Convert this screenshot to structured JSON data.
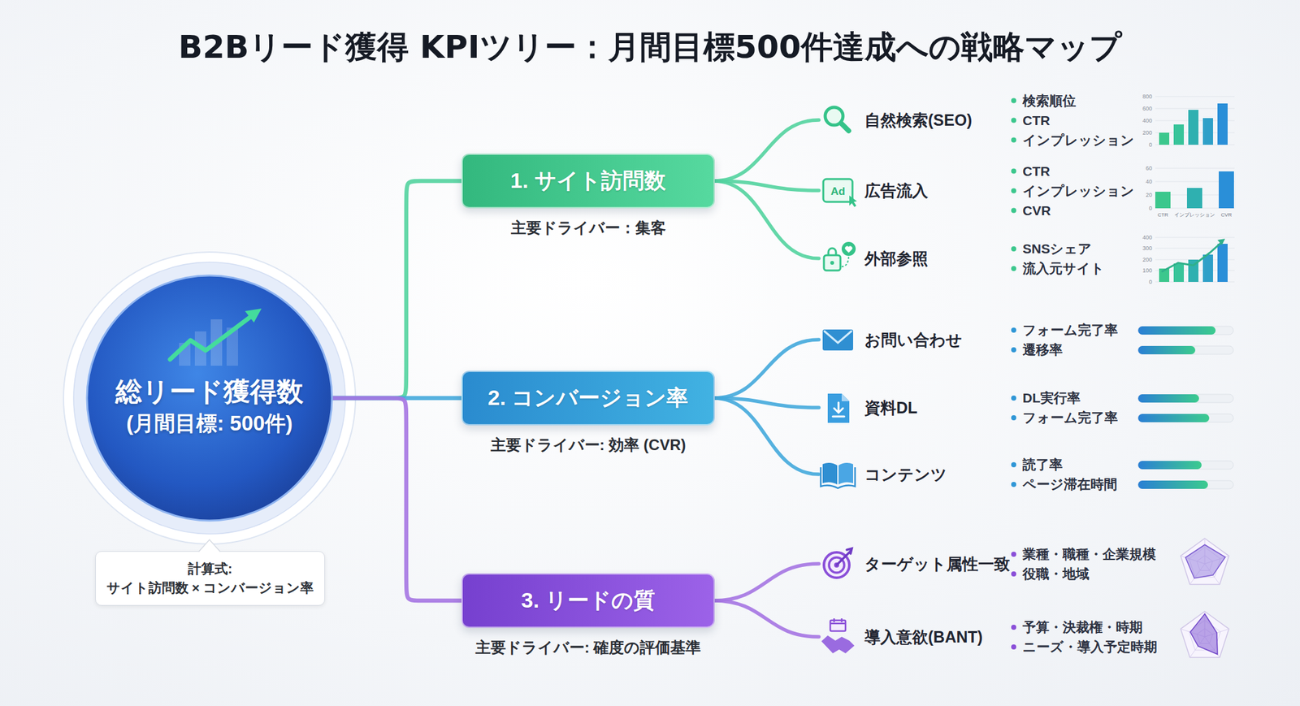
{
  "diagram": {
    "title": "B2Bリード獲得 KPIツリー：月間目標500件達成への戦略マップ",
    "nodes": [
      {
        "text": [
          "総リード獲得数",
          "(月間目標: 500件)"
        ]
      },
      {
        "text": [
          "計算式:",
          "サイト訪問数 × コンバージョン率"
        ]
      },
      {
        "text": [
          "1. サイト訪問数",
          "主要ドライバー：集客"
        ]
      },
      {
        "text": [
          "2. コンバージョン率",
          "主要ドライバー: 効率 (CVR)"
        ]
      },
      {
        "text": [
          "3. リードの質",
          "主要ドライバー: 確度の評価基準"
        ]
      },
      {
        "text": [
          "自然検索(SEO)",
          "検索順位",
          "CTR",
          "インプレッション"
        ]
      },
      {
        "text": [
          "広告流入",
          "CTR",
          "インプレッション",
          "CVR"
        ]
      },
      {
        "text": [
          "外部参照",
          "SNSシェア",
          "流入元サイト"
        ]
      },
      {
        "text": [
          "お問い合わせ",
          "フォーム完了率",
          "遷移率"
        ]
      },
      {
        "text": [
          "資料DL",
          "DL実行率",
          "フォーム完了率"
        ]
      },
      {
        "text": [
          "コンテンツ",
          "読了率",
          "ページ滞在時間"
        ]
      },
      {
        "text": [
          "ターゲット属性一致",
          "業種・職種・企業規模",
          "役職・地域"
        ]
      },
      {
        "text": [
          "導入意欲(BANT)",
          "予算・決裁権・時期",
          "ニーズ・導入予定時期"
        ]
      }
    ],
    "edges": [
      {
        "from": 0,
        "to": 2,
        "arrow": "none"
      },
      {
        "from": 0,
        "to": 3,
        "arrow": "none"
      },
      {
        "from": 0,
        "to": 4,
        "arrow": "none"
      },
      {
        "from": 2,
        "to": 5,
        "arrow": "none"
      },
      {
        "from": 2,
        "to": 6,
        "arrow": "none"
      },
      {
        "from": 2,
        "to": 7,
        "arrow": "none"
      },
      {
        "from": 3,
        "to": 8,
        "arrow": "none"
      },
      {
        "from": 3,
        "to": 9,
        "arrow": "none"
      },
      {
        "from": 3,
        "to": 10,
        "arrow": "none"
      },
      {
        "from": 4,
        "to": 11,
        "arrow": "none"
      },
      {
        "from": 4,
        "to": 12,
        "arrow": "none"
      }
    ],
    "labels": [
      "800",
      "600",
      "400",
      "200",
      "0",
      "Ad",
      "60",
      "40",
      "20",
      "0",
      "CTR",
      "インプレッション",
      "CVR",
      "400",
      "300",
      "200",
      "100",
      "0"
    ]
  }
}
